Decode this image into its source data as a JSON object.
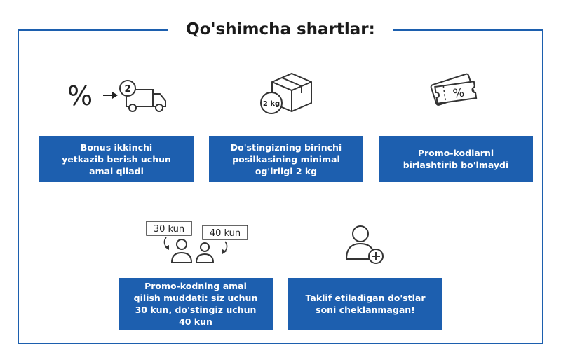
{
  "title": "Qo'shimcha shartlar:",
  "conditions": [
    {
      "icon": "percent-truck-icon",
      "text": "Bonus ikkinchi\nyetkazib berish uchun\namal qiladi",
      "badge": "2"
    },
    {
      "icon": "parcel-box-icon",
      "text": "Do'stingizning birinchi\nposilkasining minimal\nog'irligi 2 kg",
      "badge": "2 kg"
    },
    {
      "icon": "promo-tickets-icon",
      "text": "Promo-kodlarni\nbirlashtirib bo'lmaydi",
      "badge": "%"
    },
    {
      "icon": "two-users-days-icon",
      "text": "Promo-kodning amal\nqilish muddati: siz uchun\n30 kun, do'stingiz uchun\n40 kun",
      "label_a": "30 kun",
      "label_b": "40 kun"
    },
    {
      "icon": "user-add-icon",
      "text": "Taklif etiladigan do'stlar\nsoni cheklanmagan!"
    }
  ],
  "colors": {
    "accent": "#1d5faf",
    "frame": "#1c5fae",
    "icon_stroke": "#333333"
  }
}
